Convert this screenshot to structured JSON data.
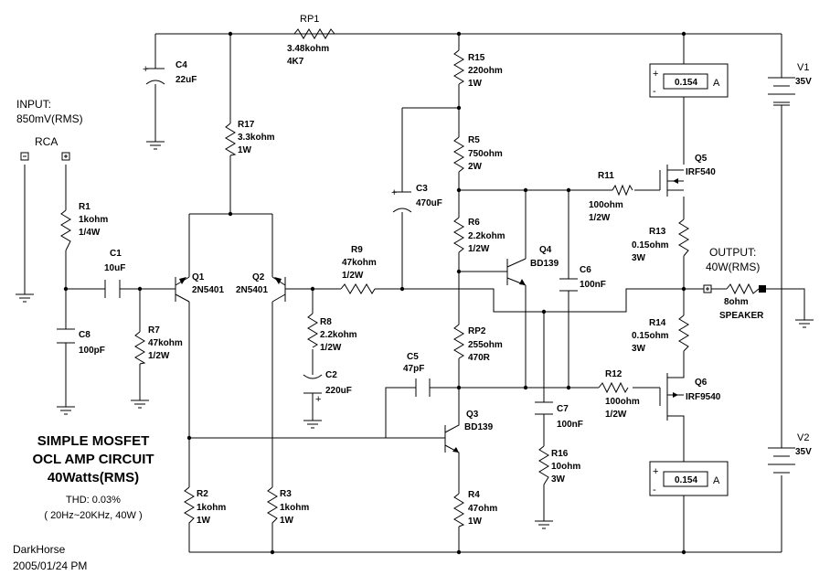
{
  "title": {
    "line1": "SIMPLE MOSFET",
    "line2": "OCL AMP CIRCUIT",
    "line3": "40Watts(RMS)",
    "thd": "THD: 0.03%",
    "range": "( 20Hz~20KHz, 40W )"
  },
  "author": "DarkHorse",
  "date": "2005/01/24 PM",
  "input": {
    "label": "INPUT:",
    "value": "850mV(RMS)",
    "connector": "RCA"
  },
  "output": {
    "label": "OUTPUT:",
    "value": "40W(RMS)"
  },
  "speaker": {
    "value": "8ohm",
    "name": "SPEAKER"
  },
  "sources": [
    {
      "ref": "V1",
      "value": "35V"
    },
    {
      "ref": "V2",
      "value": "35V"
    }
  ],
  "meters": [
    {
      "reading": "0.154",
      "unit": "A"
    },
    {
      "reading": "0.154",
      "unit": "A"
    }
  ],
  "resistors": [
    {
      "ref": "RP1",
      "value": "3.48kohm",
      "extra": "4K7"
    },
    {
      "ref": "R15",
      "value": "220ohm",
      "extra": "1W"
    },
    {
      "ref": "R5",
      "value": "750ohm",
      "extra": "2W"
    },
    {
      "ref": "R6",
      "value": "2.2kohm",
      "extra": "1/2W"
    },
    {
      "ref": "RP2",
      "value": "255ohm",
      "extra": "470R"
    },
    {
      "ref": "R4",
      "value": "47ohm",
      "extra": "1W"
    },
    {
      "ref": "R17",
      "value": "3.3kohm",
      "extra": "1W"
    },
    {
      "ref": "R1",
      "value": "1kohm",
      "extra": "1/4W"
    },
    {
      "ref": "R7",
      "value": "47kohm",
      "extra": "1/2W"
    },
    {
      "ref": "R8",
      "value": "2.2kohm",
      "extra": "1/2W"
    },
    {
      "ref": "R9",
      "value": "47kohm",
      "extra": "1/2W"
    },
    {
      "ref": "R2",
      "value": "1kohm",
      "extra": "1W"
    },
    {
      "ref": "R3",
      "value": "1kohm",
      "extra": "1W"
    },
    {
      "ref": "R11",
      "value": "100ohm",
      "extra": "1/2W"
    },
    {
      "ref": "R12",
      "value": "100ohm",
      "extra": "1/2W"
    },
    {
      "ref": "R13",
      "value": "0.15ohm",
      "extra": "3W"
    },
    {
      "ref": "R14",
      "value": "0.15ohm",
      "extra": "3W"
    },
    {
      "ref": "R16",
      "value": "10ohm",
      "extra": "3W"
    }
  ],
  "capacitors": [
    {
      "ref": "C4",
      "value": "22uF"
    },
    {
      "ref": "C3",
      "value": "470uF"
    },
    {
      "ref": "C1",
      "value": "10uF"
    },
    {
      "ref": "C8",
      "value": "100pF"
    },
    {
      "ref": "C2",
      "value": "220uF"
    },
    {
      "ref": "C5",
      "value": "47pF"
    },
    {
      "ref": "C6",
      "value": "100nF"
    },
    {
      "ref": "C7",
      "value": "100nF"
    }
  ],
  "transistors": [
    {
      "ref": "Q1",
      "type": "2N5401"
    },
    {
      "ref": "Q2",
      "type": "2N5401"
    },
    {
      "ref": "Q3",
      "type": "BD139"
    },
    {
      "ref": "Q4",
      "type": "BD139"
    },
    {
      "ref": "Q5",
      "type": "IRF540"
    },
    {
      "ref": "Q6",
      "type": "IRF9540"
    }
  ]
}
